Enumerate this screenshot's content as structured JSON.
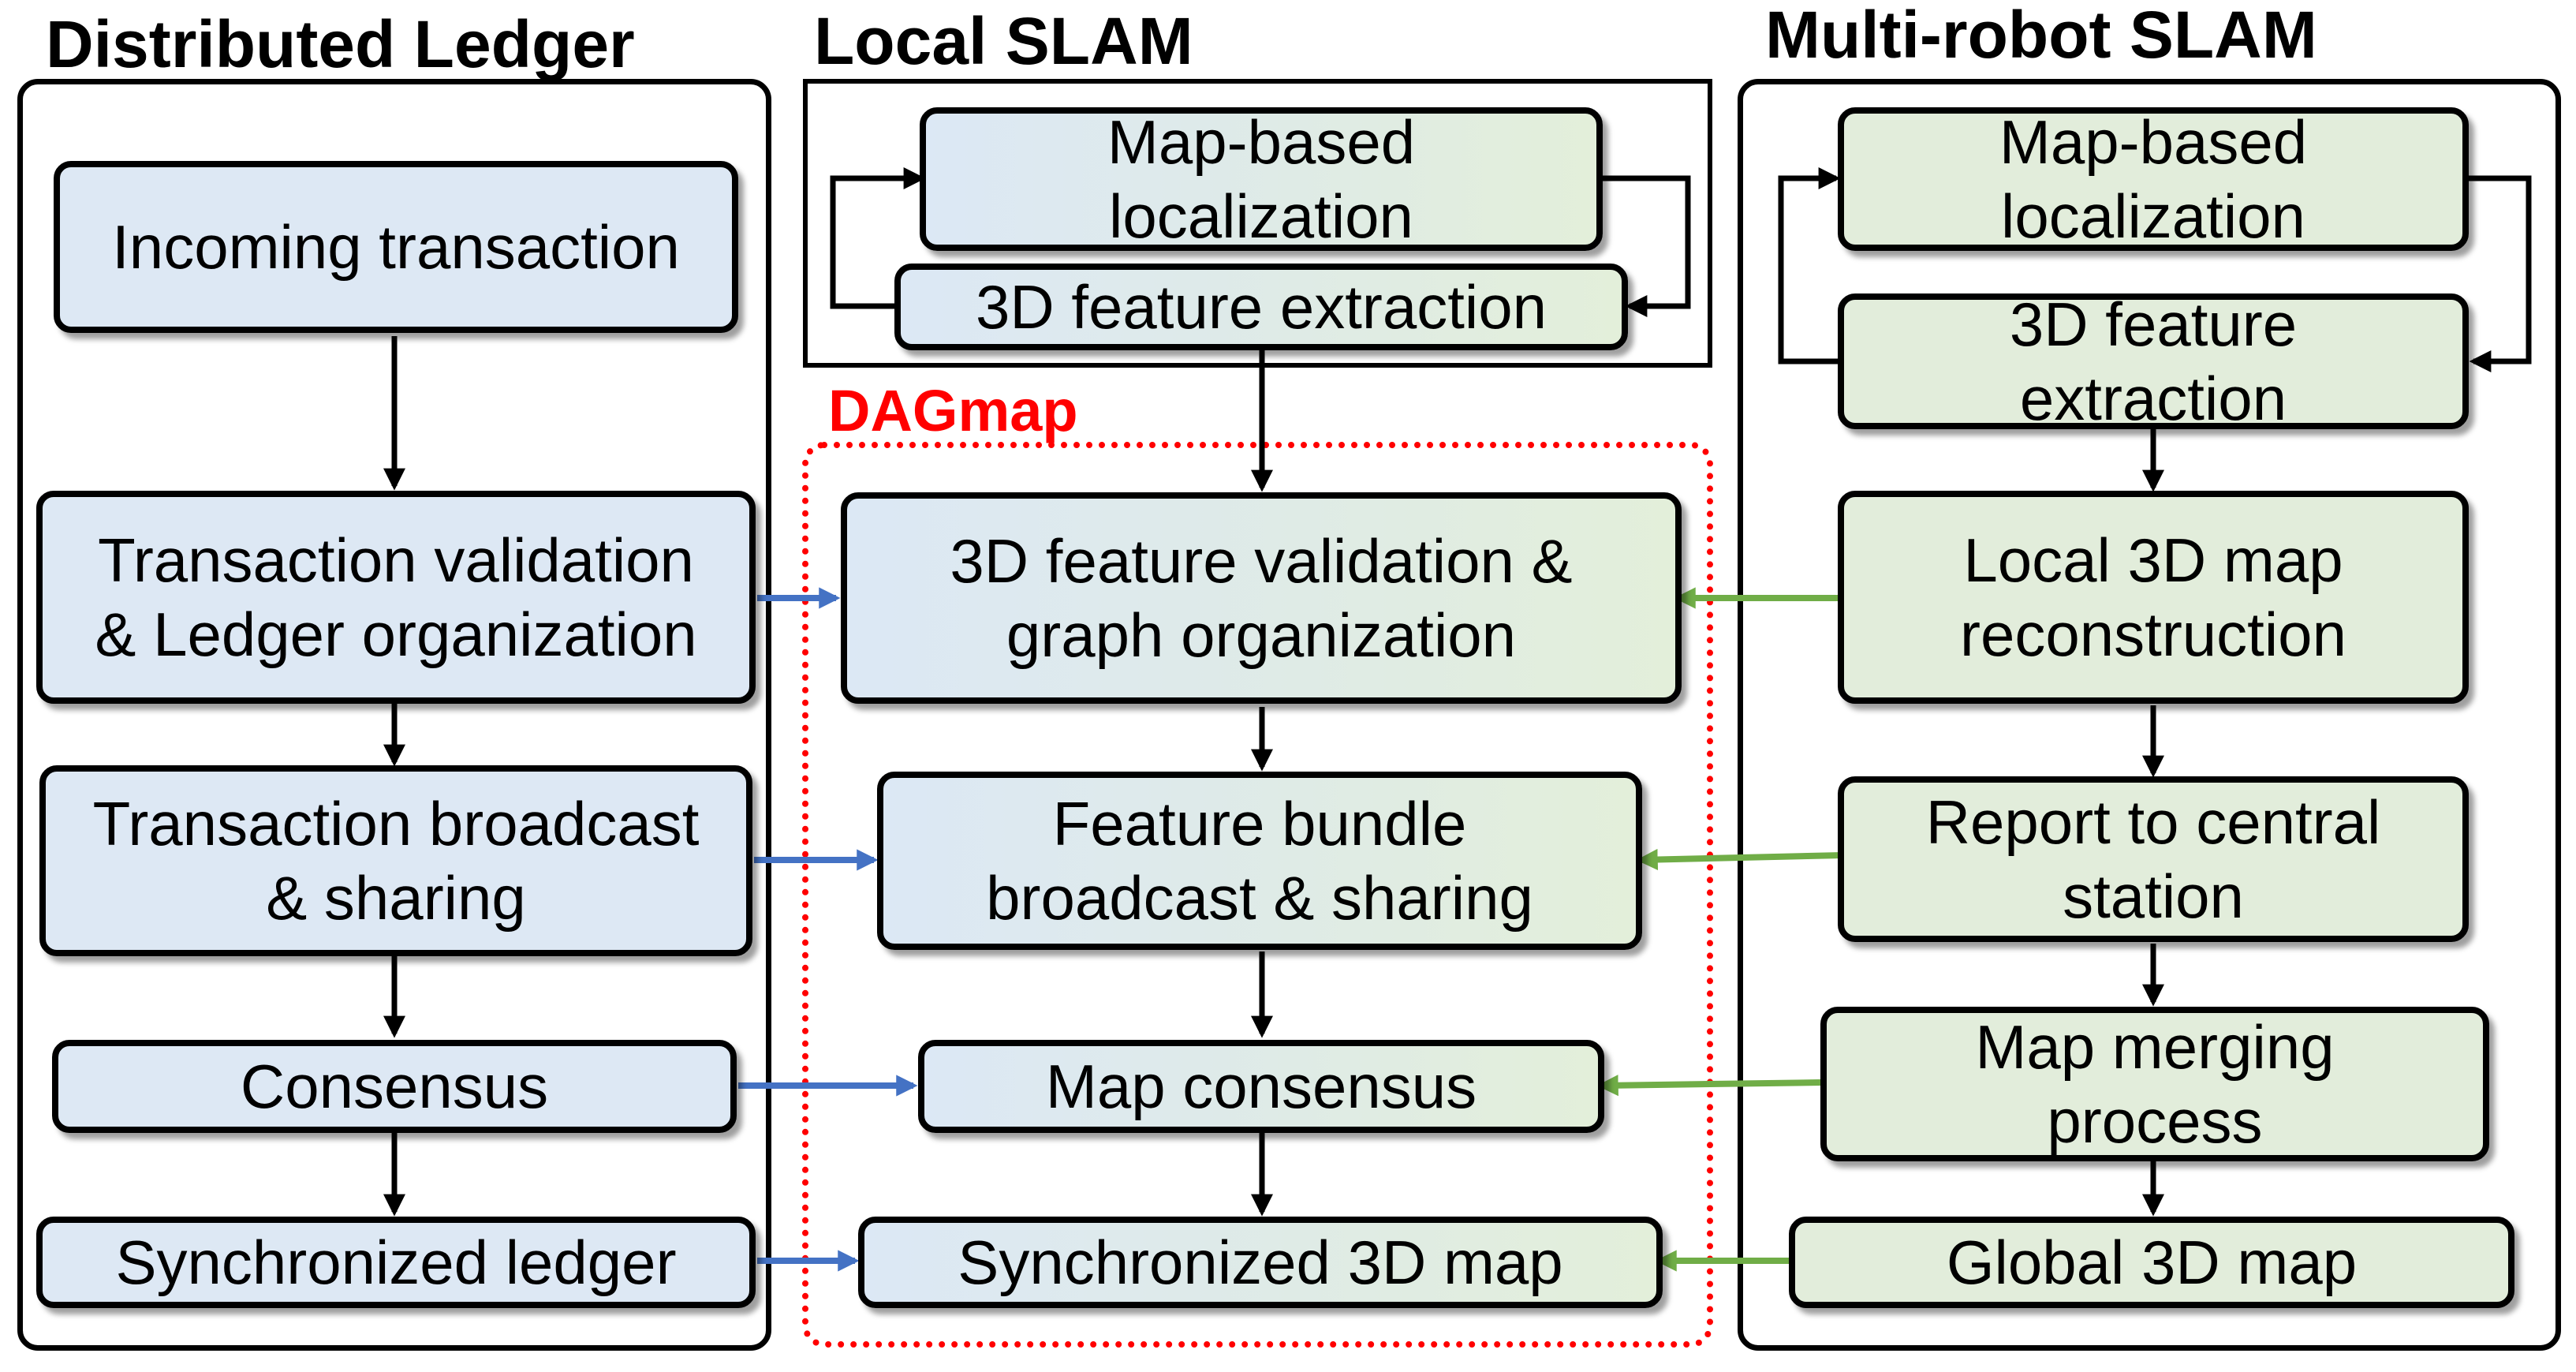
{
  "panels": {
    "ledger": {
      "title": "Distributed Ledger"
    },
    "local": {
      "title": "Local SLAM"
    },
    "multi": {
      "title": "Multi-robot SLAM"
    },
    "dagmap": {
      "title": "DAGmap"
    }
  },
  "ledger": {
    "incoming": "Incoming transaction",
    "validation": "Transaction validation\n& Ledger organization",
    "broadcast": "Transaction broadcast\n& sharing",
    "consensus": "Consensus",
    "sync": "Synchronized ledger"
  },
  "local": {
    "localization": "Map-based\nlocalization",
    "extraction": "3D feature extraction"
  },
  "dag": {
    "validation": "3D feature validation &\ngraph organization",
    "bundle": "Feature bundle\nbroadcast & sharing",
    "consensus": "Map consensus",
    "sync": "Synchronized 3D map"
  },
  "multi": {
    "localization": "Map-based\nlocalization",
    "extraction": "3D feature\nextraction",
    "reconstruction": "Local 3D map\nreconstruction",
    "report": "Report to central\nstation",
    "merging": "Map merging\nprocess",
    "global": "Global 3D map"
  },
  "colors": {
    "ledger_box": "#dde8f4",
    "slam_box": "#e2eddb",
    "blue_arrow": "#4472c4",
    "green_arrow": "#70ad47",
    "dag_border": "#ff0000"
  }
}
